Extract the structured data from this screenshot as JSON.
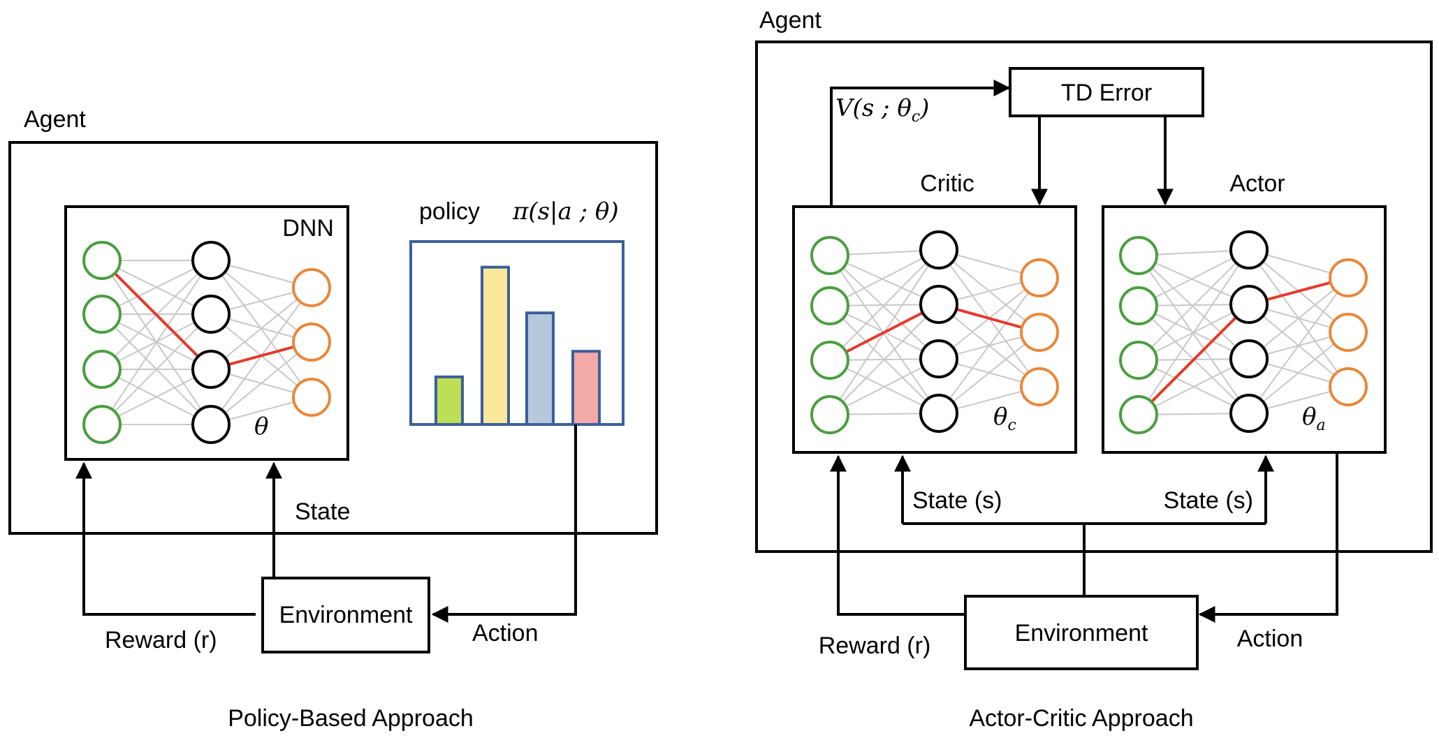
{
  "colors": {
    "input": "#4a9e3f",
    "hidden": "#000000",
    "output": "#e8883a",
    "highlight": "#e53a2b",
    "chart_frame": "#3b5f9c"
  },
  "left": {
    "agent_label": "Agent",
    "dnn_label": "DNN",
    "theta_label": "θ",
    "policy_label": "policy",
    "policy_formula": "π(s|a ; θ)",
    "state_label": "State",
    "environment_label": "Environment",
    "reward_label": "Reward (r)",
    "action_label": "Action",
    "caption": "Policy-Based Approach",
    "highlight_path": [
      0,
      2,
      1
    ]
  },
  "right": {
    "agent_label": "Agent",
    "td_error_label": "TD Error",
    "value_formula": "V(s ; θ",
    "value_sub": "c",
    "value_close": ")",
    "critic_label": "Critic",
    "actor_label": "Actor",
    "critic_theta": "θ",
    "critic_theta_sub": "c",
    "actor_theta": "θ",
    "actor_theta_sub": "a",
    "state_left_label": "State (s)",
    "state_right_label": "State (s)",
    "environment_label": "Environment",
    "reward_label": "Reward (r)",
    "action_label": "Action",
    "caption": "Actor-Critic Approach",
    "critic_highlight": [
      2,
      1,
      1
    ],
    "actor_highlight": [
      3,
      1,
      0
    ]
  },
  "chart_data": {
    "type": "bar",
    "categories": [
      "",
      "",
      "",
      ""
    ],
    "values": [
      0.26,
      0.86,
      0.61,
      0.4
    ],
    "colors": [
      "#bddf55",
      "#f9e79a",
      "#b7c7dc",
      "#f2a9a7"
    ],
    "bar_stroke": "#3b5f9c",
    "ylim": [
      0,
      1
    ],
    "title": "",
    "xlabel": "",
    "ylabel": ""
  }
}
